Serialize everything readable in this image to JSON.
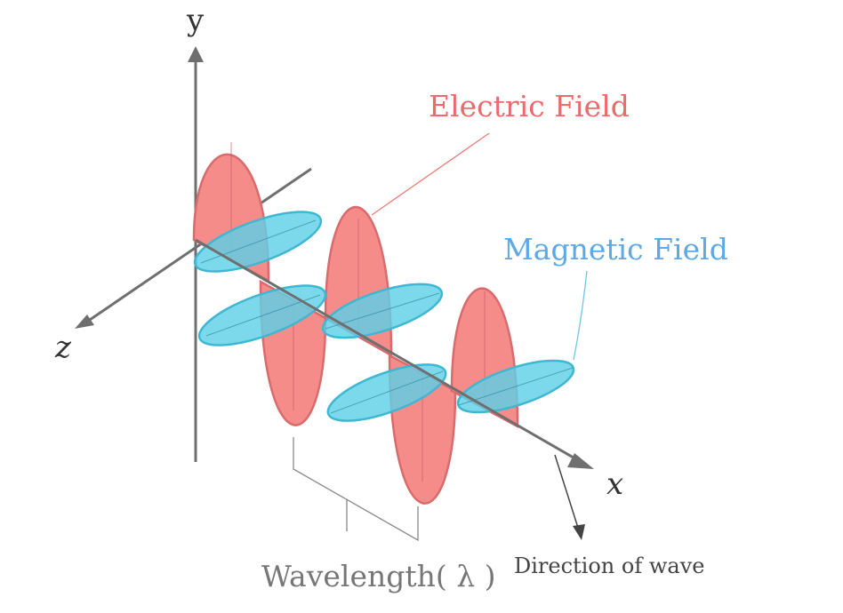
{
  "labels": {
    "y_axis": "y",
    "z_axis": "z",
    "x_axis": "x",
    "electric": "Electric Field",
    "magnetic": "Magnetic Field",
    "wavelength": "Wavelength( λ )",
    "direction": "Direction of wave"
  },
  "colors": {
    "electric": "#f58c8a",
    "electric_text": "#ea6b6b",
    "magnetic": "#5fd0e6",
    "magnetic_text": "#5ea8e6",
    "axis": "#6f6f6f"
  }
}
